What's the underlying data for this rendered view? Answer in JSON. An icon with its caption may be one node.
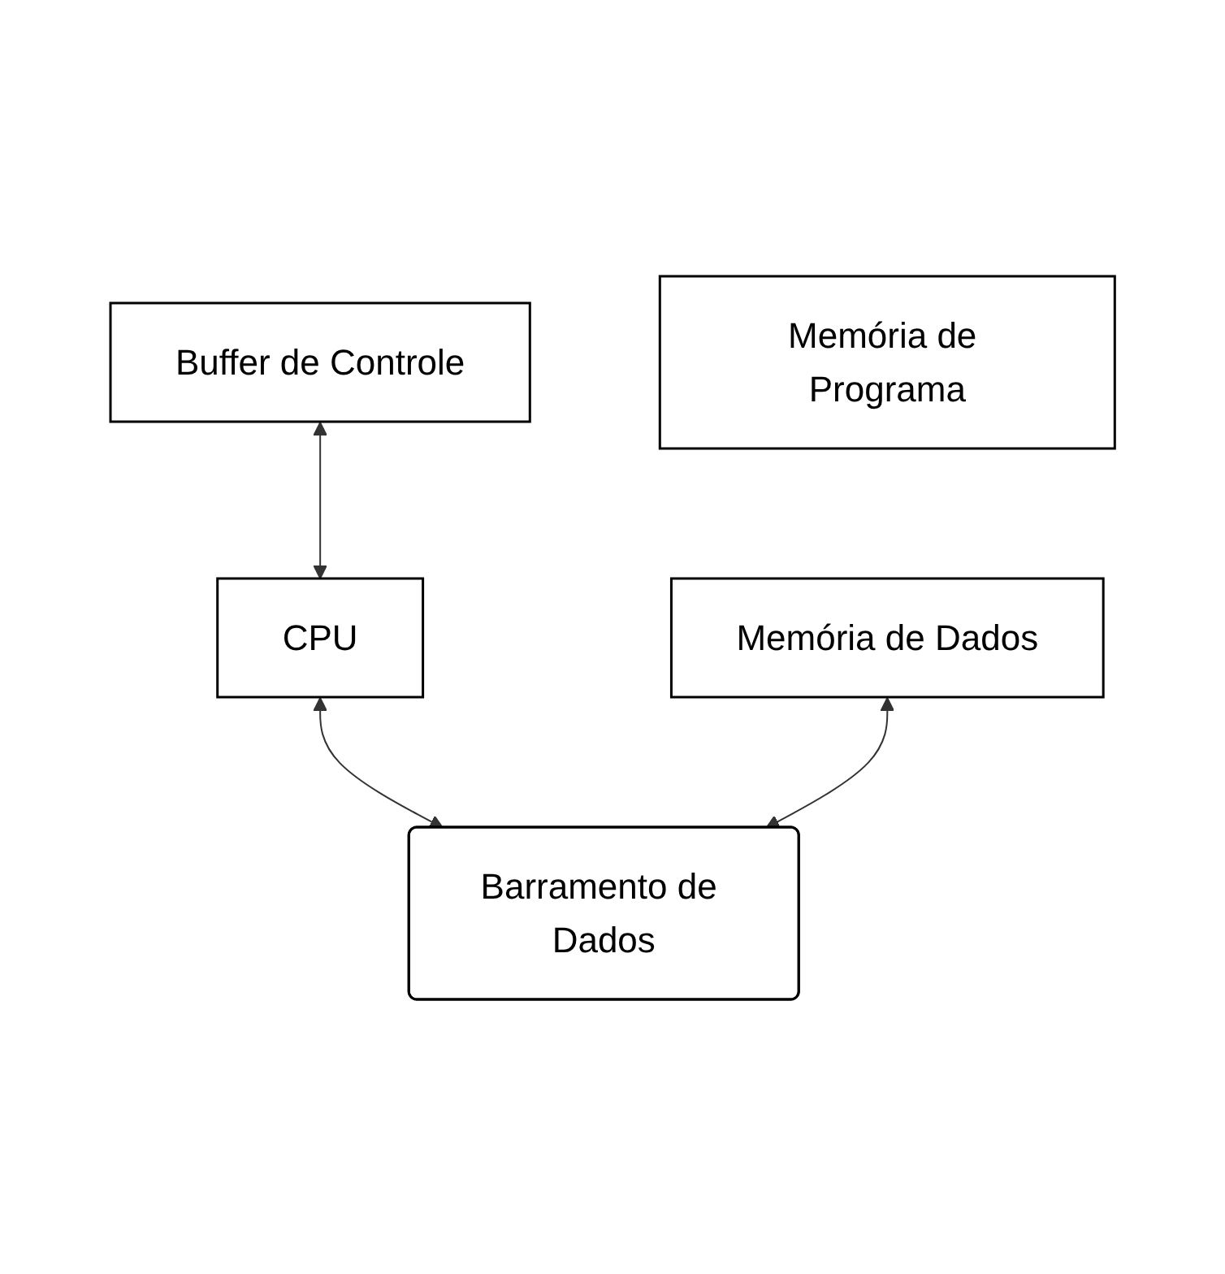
{
  "diagram": {
    "nodes": [
      {
        "text": [
          "Buffer de Controle"
        ]
      },
      {
        "text": [
          "CPU"
        ]
      },
      {
        "text": [
          "Memória de Programa"
        ]
      },
      {
        "text": [
          "Memória de Dados"
        ]
      },
      {
        "text": [
          "Barramento de Dados"
        ]
      }
    ],
    "edges": [
      {
        "from": 0,
        "to": 1,
        "arrow": "both"
      },
      {
        "from": 1,
        "to": 4,
        "arrow": "both"
      },
      {
        "from": 3,
        "to": 4,
        "arrow": "both"
      }
    ]
  }
}
